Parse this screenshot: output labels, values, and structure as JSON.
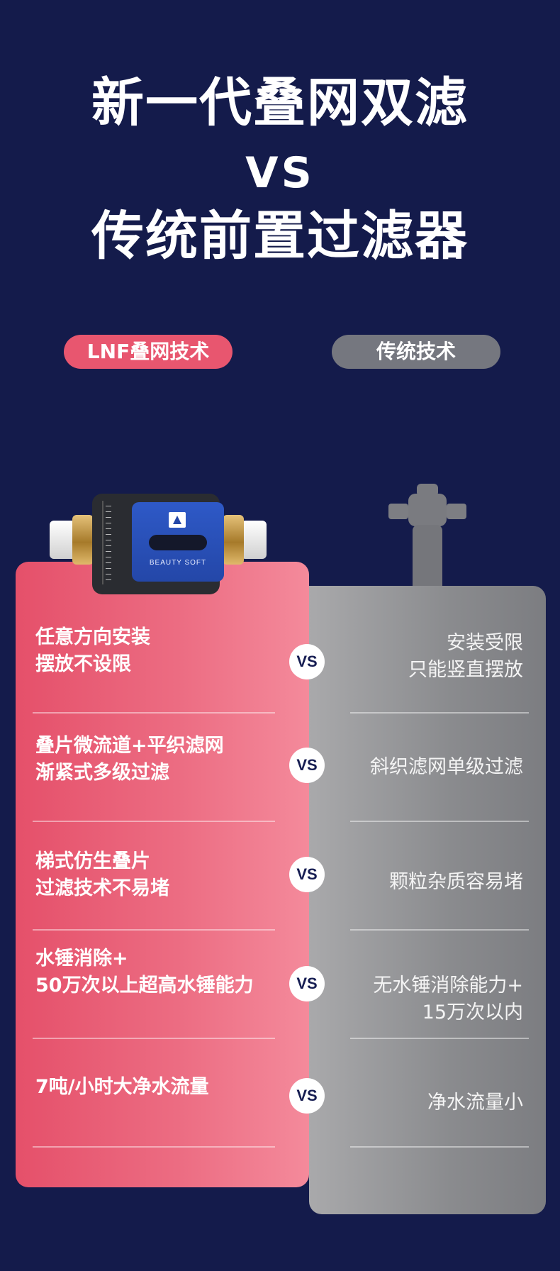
{
  "header": {
    "title_line1": "新一代叠网双滤",
    "title_line2": "VS",
    "title_line3": "传统前置过滤器"
  },
  "tabs": {
    "left_label": "LNF叠网技术",
    "right_label": "传统技术"
  },
  "product": {
    "brand_text": "BEAUTY SOFT"
  },
  "comparison": {
    "vs_label": "VS",
    "rows": [
      {
        "left_line1": "任意方向安装",
        "left_line2": "摆放不设限",
        "right_line1": "安装受限",
        "right_line2": "只能竖直摆放"
      },
      {
        "left_line1": "叠片微流道+平织滤网",
        "left_line2": "渐紧式多级过滤",
        "right_line1": "斜织滤网单级过滤",
        "right_line2": ""
      },
      {
        "left_line1": "梯式仿生叠片",
        "left_line2": "过滤技术不易堵",
        "right_line1": "颗粒杂质容易堵",
        "right_line2": ""
      },
      {
        "left_line1": "水锤消除+",
        "left_line2": "50万次以上超高水锤能力",
        "right_line1": "无水锤消除能力+",
        "right_line2": "15万次以内"
      },
      {
        "left_line1": "7吨/小时大净水流量",
        "left_line2": "",
        "right_line1": "净水流量小",
        "right_line2": ""
      }
    ]
  },
  "colors": {
    "background": "#141b4b",
    "lnf_accent": "#e8566f",
    "traditional_gray": "#75777f"
  }
}
